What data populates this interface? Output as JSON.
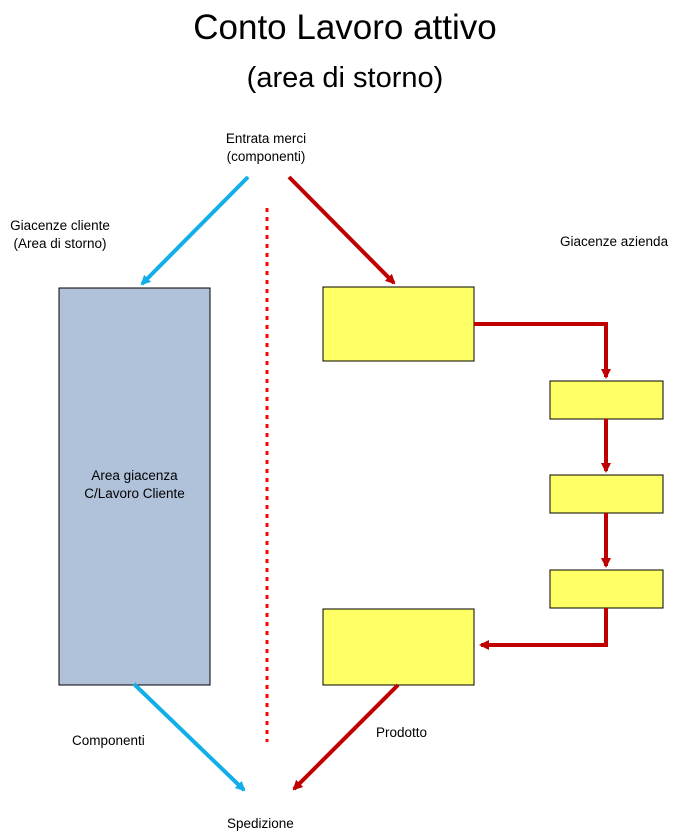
{
  "title": "Conto Lavoro attivo",
  "subtitle": "(area di storno)",
  "labels": {
    "entrata_merci": [
      "Entrata merci",
      "(componenti)"
    ],
    "giacenze_cliente": [
      "Giacenze cliente",
      "(Area di storno)"
    ],
    "giacenze_azienda": "Giacenze azienda",
    "componenti": "Componenti",
    "prodotto": "Prodotto",
    "spedizione": "Spedizione"
  },
  "customer_area": [
    "Area giacenza",
    "C/Lavoro Cliente"
  ],
  "colors": {
    "blue_arrow": "#12aee8",
    "red_arrow": "#c00000",
    "separator": "#ff0000",
    "customer_box_fill": "#b0c1da",
    "company_box_fill": "#ffff66"
  }
}
